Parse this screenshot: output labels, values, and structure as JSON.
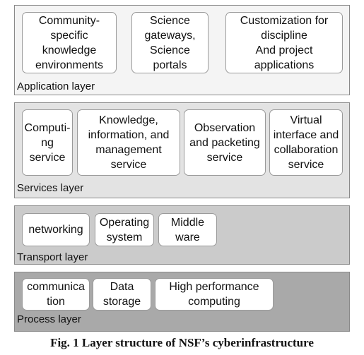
{
  "layers": [
    {
      "label": "Application layer",
      "items": [
        "Community-\nspecific\nknowledge\nenvironments",
        "Science\ngateways,\nScience\nportals",
        "Customization for\ndiscipline\nAnd project\napplications"
      ]
    },
    {
      "label": "Services  layer",
      "items": [
        "Computi-\nng\nservice",
        "Knowledge,\ninformation, and\nmanagement\nservice",
        "Observation\nand packeting\nservice",
        "Virtual\ninterface and\ncollaboration\nservice"
      ]
    },
    {
      "label": "Transport layer",
      "items": [
        "networking",
        "Operating\nsystem",
        "Middle\nware"
      ]
    },
    {
      "label": "Process layer",
      "items": [
        "communica\ntion",
        "Data\nstorage",
        "High performance\ncomputing"
      ]
    }
  ],
  "colors": {
    "application_bg": "#f4f4f4",
    "services_bg": "#e3e3e3",
    "transport_bg": "#cbcbcb",
    "process_bg": "#a9a9a9"
  },
  "caption": "Fig. 1 Layer structure of NSF’s cyberinfrastructure"
}
